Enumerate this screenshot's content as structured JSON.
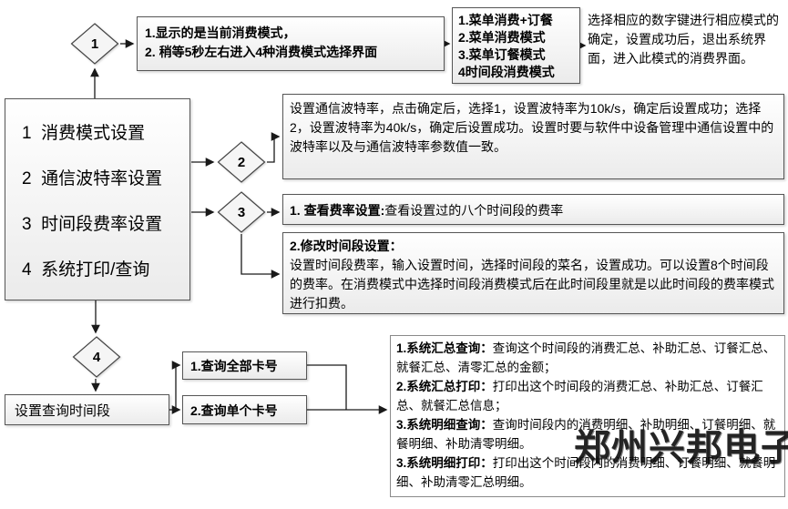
{
  "diamonds": {
    "d1": "1",
    "d2": "2",
    "d3": "3",
    "d4": "4"
  },
  "main_menu": {
    "items": [
      "1  消费模式设置",
      "2  通信波特率设置",
      "3  时间段费率设置",
      "4  系统打印/查询"
    ]
  },
  "flow1": {
    "display_box": {
      "line1": "1.显示的是当前消费模式，",
      "line2": "2. 稍等5秒左右进入4种消费模式选择界面"
    },
    "mode_list": [
      "1.菜单消费+订餐",
      "2.菜单消费模式",
      "3.菜单订餐模式",
      "4时间段消费模式"
    ],
    "note": "选择相应的数字键进行相应模式的确定，设置成功后，退出系统界面，进入此模式的消费界面。"
  },
  "flow2": {
    "baud_box": "设置通信波特率，点击确定后，选择1，设置波特率为10k/s，确定后设置成功；选择2，设置波特率为40k/s，确定后设置成功。设置时要与软件中设备管理中通信设置中的波特率以及与通信波特率参数值一致。"
  },
  "flow3": {
    "view_rate": {
      "label": "1. 查看费率设置:",
      "text": "查看设置过的八个时间段的费率"
    },
    "modify_rate": {
      "label": "2.修改时间段设置：",
      "text": "设置时间段费率，输入设置时间，选择时间段的菜名，设置成功。可以设置8个时间段的费率。在消费模式中选择时间段消费模式后在此时间段里就是以此时间段的费率模式进行扣费。"
    }
  },
  "flow4": {
    "query_period_box": "设置查询时间段",
    "query_all_box": "1.查询全部卡号",
    "query_single_box": "2.查询单个卡号",
    "details": [
      {
        "label": "1.系统汇总查询：",
        "text": "查询这个时间段的消费汇总、补助汇总、订餐汇总、就餐汇总、清零汇总的金额；"
      },
      {
        "label": "2.系统汇总打印：",
        "text": "打印出这个时间段的消费汇总、补助汇总、订餐汇总、就餐汇总信息；"
      },
      {
        "label": "3.系统明细查询：",
        "text": "查询时间段内的消费明细、补助明细、订餐明细、就餐明细、补助清零明细。"
      },
      {
        "label": "3.系统明细打印：",
        "text": "打印出这个时间段内的消费明细、订餐明细、就餐明细、补助清零汇总明细。"
      }
    ]
  },
  "watermark": "郑州兴邦电子",
  "colors": {
    "box_border": "#565656",
    "line": "#1a1a1a",
    "box_fill_top": "#ffffff",
    "box_fill_bottom": "#ebebeb",
    "text": "#000000"
  }
}
